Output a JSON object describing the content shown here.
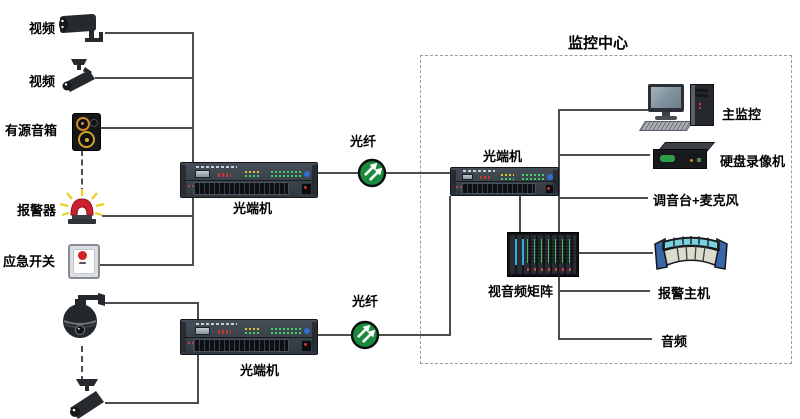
{
  "title": "监控中心",
  "nodes": {
    "video1": "视频",
    "video2": "视频",
    "active_speaker": "有源音箱",
    "alarm": "报警器",
    "emergency_switch": "应急开关",
    "optical_terminal_left_top": "光端机",
    "optical_terminal_left_bottom": "光端机",
    "optical_terminal_center": "光端机",
    "fiber_top": "光纤",
    "fiber_bottom": "光纤",
    "main_monitor": "主监控",
    "hdd_recorder": "硬盘录像机",
    "mixer_mic": "调音台+麦克风",
    "av_matrix": "视音频矩阵",
    "alarm_host": "报警主机",
    "audio": "音频"
  },
  "icons": {
    "bullet_camera": "bullet-camera-icon",
    "box_camera": "box-camera-icon",
    "speaker": "speaker-icon",
    "alarm_siren": "alarm-siren-icon",
    "emergency_button": "emergency-button-icon",
    "dome_camera": "dome-camera-icon",
    "optical_terminal": "rack-device-icon",
    "fiber_connector": "fiber-connector-icon",
    "desktop_computer": "desktop-computer-icon",
    "dvr_box": "dvr-icon",
    "control_desk": "control-desk-icon",
    "av_matrix_unit": "matrix-device-icon"
  },
  "colors": {
    "line": "#4d4d4d",
    "dashed": "#9b9b9b",
    "fiber_green": "#1b8a3d",
    "alarm_red": "#cd2130",
    "ray_yellow": "#e9d320",
    "console_blue": "#3a67a8",
    "console_screen": "#79d1df",
    "device_body": "#3a414a",
    "led_green": "#43d063",
    "text": "#000000"
  }
}
